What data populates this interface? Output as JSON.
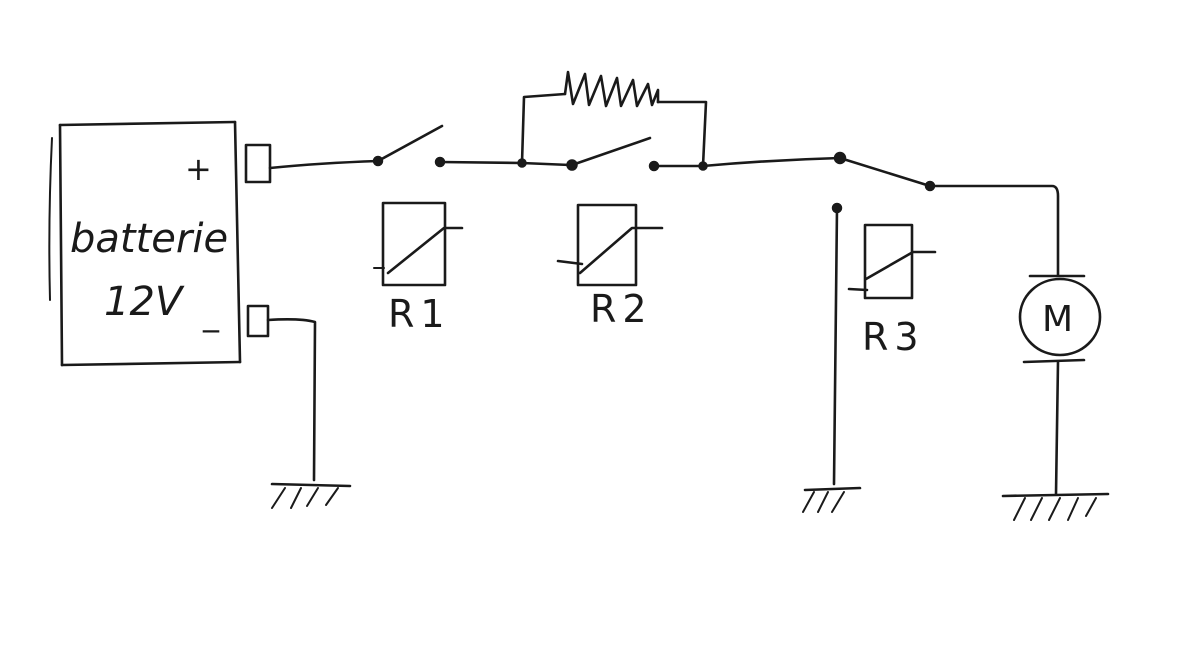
{
  "diagram": {
    "type": "hand-drawn circuit schematic",
    "battery": {
      "label_line1": "batterie",
      "label_line2": "12V",
      "positive": "+",
      "negative": "_"
    },
    "relays": [
      {
        "label": "R1"
      },
      {
        "label": "R2"
      },
      {
        "label": "R3"
      }
    ],
    "motor": {
      "symbol": "M"
    },
    "ink_color": "#1a1a1a",
    "paper_color": "#ffffff"
  }
}
